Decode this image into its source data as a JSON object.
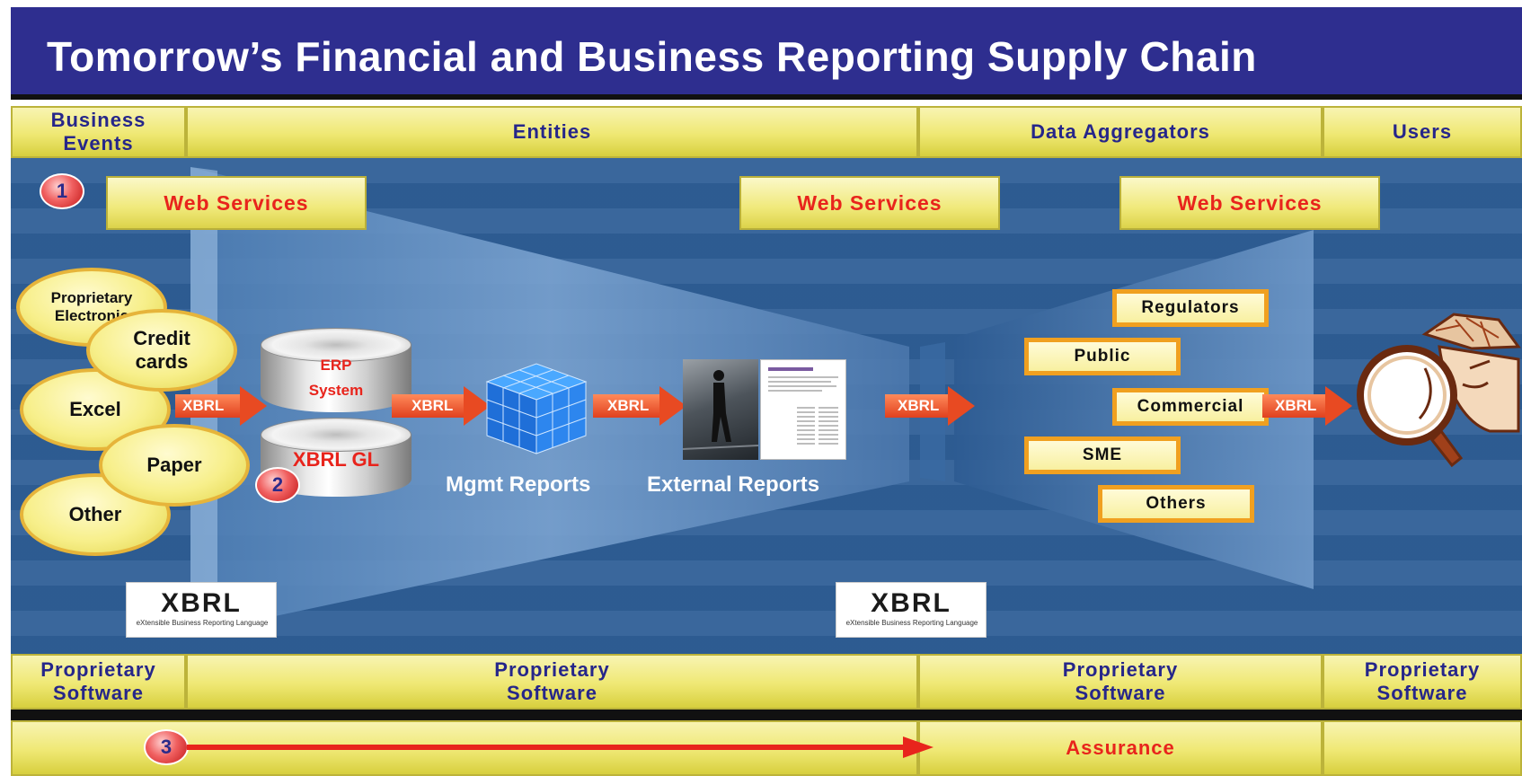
{
  "title": "Tomorrow’s Financial and Business Reporting Supply Chain",
  "header_columns": [
    {
      "label": "Business\nEvents"
    },
    {
      "label": "Entities"
    },
    {
      "label": "Data Aggregators"
    },
    {
      "label": "Users"
    }
  ],
  "web_services": [
    "Web Services",
    "Web Services",
    "Web Services"
  ],
  "badges": {
    "one": "1",
    "two": "2",
    "three": "3"
  },
  "sources": {
    "proprietary": "Proprietary\nElectronic",
    "credit_cards": "Credit\ncards",
    "excel": "Excel",
    "paper": "Paper",
    "other": "Other"
  },
  "xbrl_arrow_label": "XBRL",
  "db": {
    "erp_line1": "ERP",
    "erp_line2": "System",
    "gl": "XBRL GL"
  },
  "labels": {
    "mgmt_reports": "Mgmt Reports",
    "external_reports": "External Reports"
  },
  "aggregator_boxes": [
    "Regulators",
    "Public",
    "Commercial",
    "SME",
    "Others"
  ],
  "logo": {
    "wordmark": "XBRL",
    "tagline": "eXtensible Business Reporting Language"
  },
  "footer_columns": [
    {
      "label": "Proprietary\nSoftware"
    },
    {
      "label": "Proprietary\nSoftware"
    },
    {
      "label": "Proprietary\nSoftware"
    },
    {
      "label": "Proprietary\nSoftware"
    }
  ],
  "assurance": "Assurance",
  "colors": {
    "title_bg": "#2e2e8f",
    "panel": "#2f5f97",
    "red_text": "#e8241c",
    "arrow": "#e84a22",
    "navy_text": "#26268a"
  }
}
